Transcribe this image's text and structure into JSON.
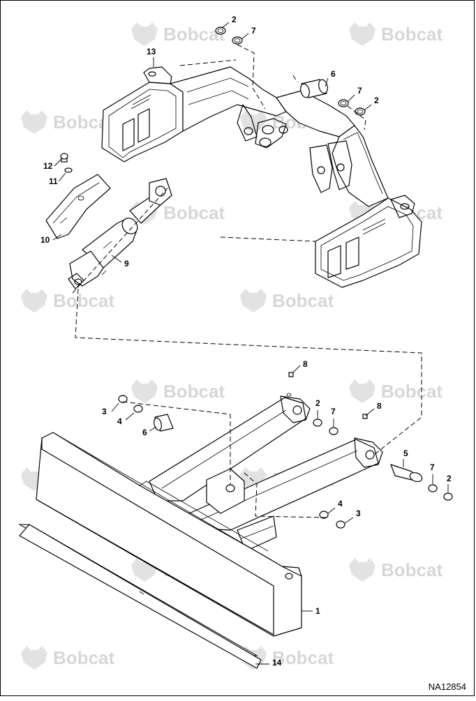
{
  "watermark": {
    "brand": "Bobcat"
  },
  "drawing_number": "NA12854",
  "callouts": [
    {
      "label": "2"
    },
    {
      "label": "7"
    },
    {
      "label": "13"
    },
    {
      "label": "6"
    },
    {
      "label": "7"
    },
    {
      "label": "2"
    },
    {
      "label": "12"
    },
    {
      "label": "11"
    },
    {
      "label": "10"
    },
    {
      "label": "9"
    },
    {
      "label": "8"
    },
    {
      "label": "3"
    },
    {
      "label": "4"
    },
    {
      "label": "6"
    },
    {
      "label": "2"
    },
    {
      "label": "7"
    },
    {
      "label": "8"
    },
    {
      "label": "5"
    },
    {
      "label": "7"
    },
    {
      "label": "2"
    },
    {
      "label": "4"
    },
    {
      "label": "3"
    },
    {
      "label": "1"
    },
    {
      "label": "14"
    }
  ]
}
